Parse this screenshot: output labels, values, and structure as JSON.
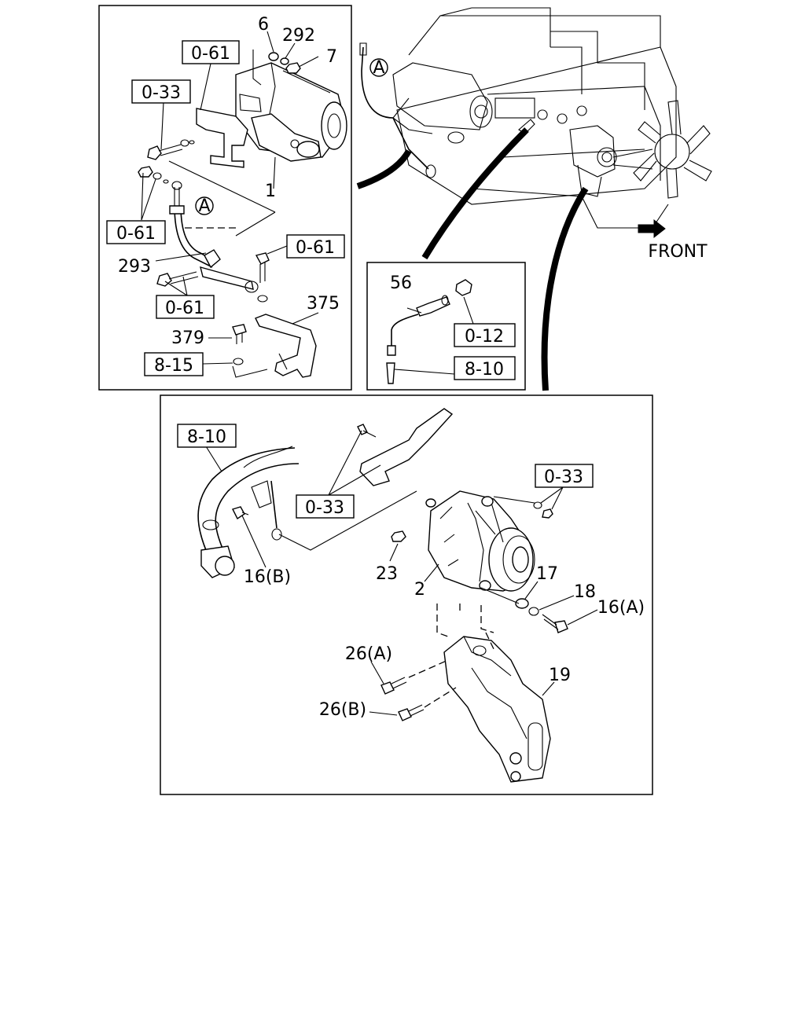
{
  "front_label": "FRONT",
  "callouts": {
    "c6": "6",
    "c292": "292",
    "c7": "7",
    "c1": "1",
    "c293": "293",
    "c375": "375",
    "c379": "379",
    "c56": "56",
    "c16b": "16(B)",
    "c23": "23",
    "c2": "2",
    "c17": "17",
    "c18": "18",
    "c16a": "16(A)",
    "c26a": "26(A)",
    "c26b": "26(B)",
    "c19": "19",
    "circle_a1": "A",
    "circle_a2": "A"
  },
  "refs": {
    "r061a": "0-61",
    "r033a": "0-33",
    "r061b": "0-61",
    "r061c": "0-61",
    "r061d": "0-61",
    "r815": "8-15",
    "r012": "0-12",
    "r810a": "8-10",
    "r810b": "8-10",
    "r033b": "0-33",
    "r033c": "0-33"
  }
}
